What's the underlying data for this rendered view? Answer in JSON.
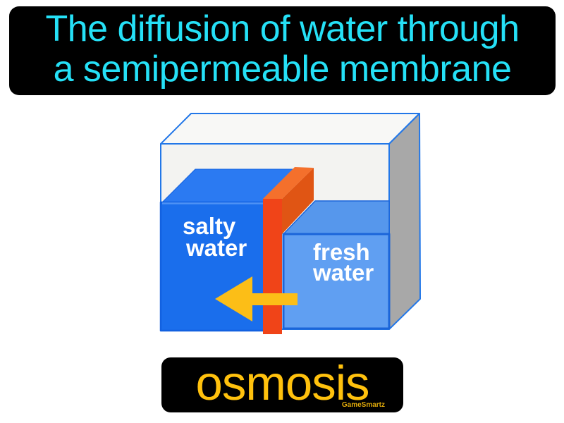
{
  "definition_banner": {
    "line1": "The diffusion of water through",
    "line2": "a semipermeable membrane"
  },
  "term_banner": {
    "term": "osmosis",
    "watermark": "GameSmartz"
  },
  "diagram": {
    "salty_label": {
      "line1": "salty",
      "line2": "water"
    },
    "fresh_label": {
      "line1": "fresh",
      "line2": "water"
    },
    "arrow_direction": "left, from fresh water through membrane into salty water"
  },
  "colors": {
    "background": "#ffffff",
    "banner_bg": "#000000",
    "definition_text": "#25e0f6",
    "term_text": "#ffc10d",
    "watermark": "#dfa90a",
    "label_text": "#ffffff",
    "tank_outline": "#2277e8",
    "tank_front": "#f3f3f1",
    "tank_top": "#f8f8f6",
    "tank_side": "#a8a8a8",
    "water_outline": "#1b65d9",
    "salty_outline": "#1261e0",
    "salty_front": "#1a6eec",
    "salty_top": "#2b7af2",
    "salty_highlight": "#4e92f5",
    "fresh_front": "#609ff2",
    "fresh_top": "#5697ec",
    "membrane_front": "#f04418",
    "membrane_top": "#f4702c",
    "membrane_side": "#e05514",
    "arrow": "#fcbe17"
  }
}
